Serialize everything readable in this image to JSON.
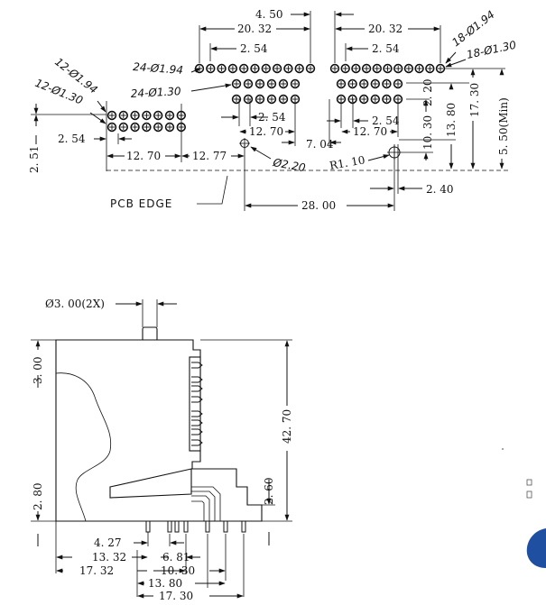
{
  "top_view": {
    "dim_4_50": "4. 50",
    "dim_20_32_left": "20. 32",
    "dim_20_32_right": "20. 32",
    "dim_2_54_a": "2. 54",
    "dim_2_54_b": "2. 54",
    "dim_2_54_c": "2. 54",
    "dim_2_54_d": "2. 54",
    "dim_2_54_e": "2. 54",
    "dim_12_70_a": "12. 70",
    "dim_12_70_b": "12. 70",
    "dim_12_70_c": "12. 70",
    "dim_12_77": "12. 77",
    "dim_7_04": "7. 04",
    "dim_2_51": "2. 51",
    "dim_2_20": "2. 20",
    "dim_10_30": "10. 30",
    "dim_13_80": "13. 80",
    "dim_17_30": "17. 30",
    "dim_5_50": "5. 50(Min)",
    "dim_28_00": "28. 00",
    "dim_2_40": "2. 40",
    "radius": "R1. 10",
    "hole_small": "Ø2.20",
    "callout_24_194": "24-Ø1.94",
    "callout_24_130": "24-Ø1.30",
    "callout_12_194": "12-Ø1.94",
    "callout_12_130": "12-Ø1.30",
    "callout_18_194": "18-Ø1.94",
    "callout_18_130": "18-Ø1.30",
    "pcb_edge": "PCB EDGE"
  },
  "side_view": {
    "pin_note": "Ø3. 00(2X)",
    "dim_3_00": "3. 00",
    "dim_2_80": "2. 80",
    "dim_42_70": "42. 70",
    "dim_2_60": "2. 60",
    "dim_4_27": "4. 27",
    "dim_13_32": "13. 32",
    "dim_6_81": "6. 81",
    "dim_17_32": "17. 32",
    "dim_10_30": "10. 30",
    "dim_13_80": "13. 80",
    "dim_17_30": "17. 30"
  },
  "colors": {
    "line": "#111111",
    "background": "#ffffff",
    "edge_partial": "#1f4fa0"
  }
}
